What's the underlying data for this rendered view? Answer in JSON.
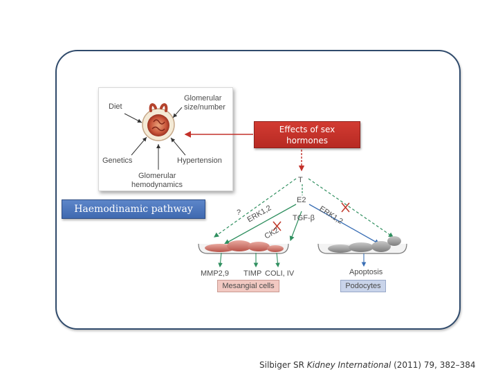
{
  "panel": {
    "diet": "Diet",
    "glomerular_size_1": "Glomerular",
    "glomerular_size_2": "size/number",
    "genetics": "Genetics",
    "hypertension": "Hypertension",
    "glomerular_hemo_1": "Glomerular",
    "glomerular_hemo_2": "hemodynamics"
  },
  "effects_box": {
    "line1": "Effects of sex",
    "line2": "hormones"
  },
  "haemodinamic_box": {
    "label": "Haemodinamic pathway"
  },
  "pathway": {
    "t_label": "T",
    "e2_label": "E2",
    "question_mark": "?",
    "erk_left": "ERK1,2",
    "erk_right": "ERK1,2",
    "tgf_beta": "TGF-β",
    "ck2": "CK2",
    "mmp": "MMP2,9",
    "timp": "TIMP",
    "col": "COLI, IV",
    "apoptosis": "Apoptosis"
  },
  "cell_labels": {
    "mesangial": "Mesangial cells",
    "podocytes": "Podocytes"
  },
  "citation": {
    "authors": "Silbiger SR ",
    "journal": "Kidney International",
    "rest": " (2011) 79, 382–384"
  },
  "colors": {
    "frame": "#2f4a6b",
    "effects_red": "#c3312a",
    "haemo_blue": "#4a73b8",
    "green_arrow": "#2f8f5f",
    "blue_arrow": "#3a6fb5",
    "x_mark": "#c0392b"
  }
}
